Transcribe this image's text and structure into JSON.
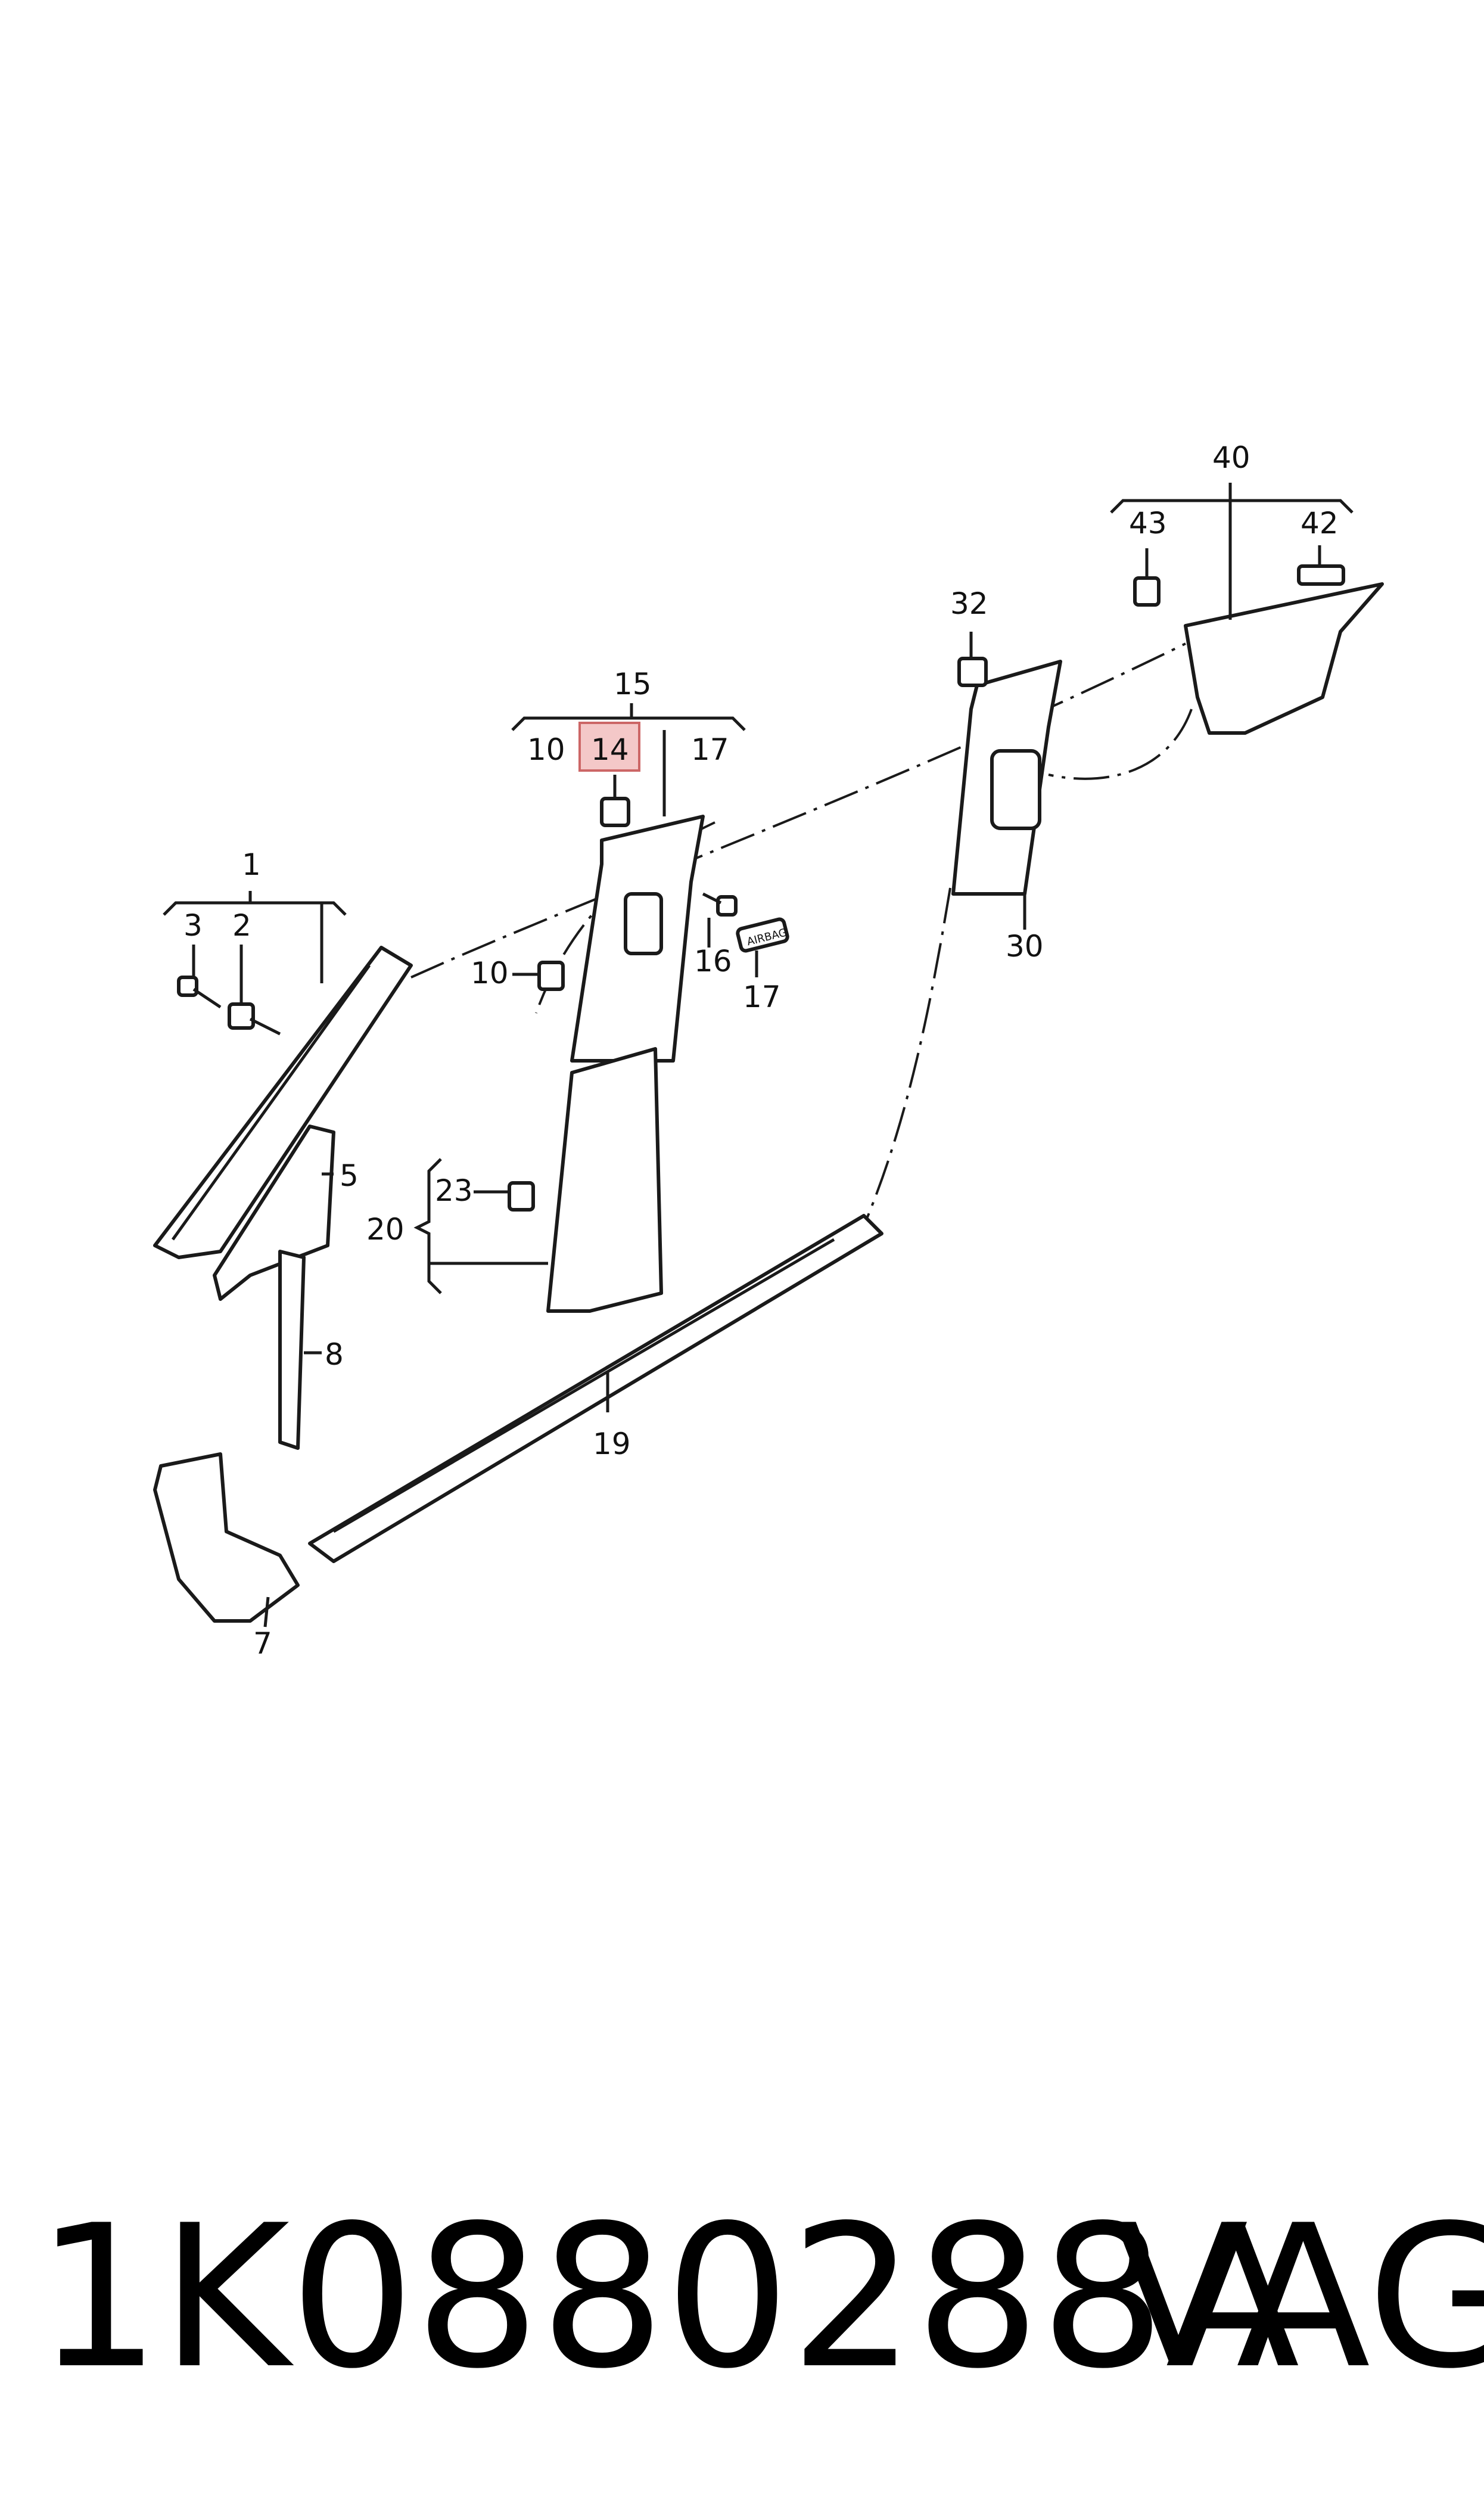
{
  "callouts": {
    "c1": "1",
    "c2": "2",
    "c3": "3",
    "c5": "5",
    "c7": "7",
    "c8": "8",
    "c10a": "10",
    "c10b": "10",
    "c14": "14",
    "c15": "15",
    "c16": "16",
    "c17a": "17",
    "c17b": "17",
    "c19": "19",
    "c20": "20",
    "c23": "23",
    "c30": "30",
    "c32": "32",
    "c40": "40",
    "c42": "42",
    "c43": "43"
  },
  "airbag_label": "AIRBAG",
  "highlight_color": "#f4c8c8",
  "footer": {
    "part_number": "1K0880288A",
    "brand": "VAG"
  }
}
